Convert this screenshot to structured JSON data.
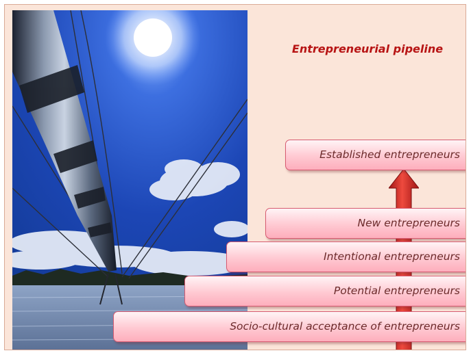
{
  "title": "Entrepreneurial pipeline",
  "stages": [
    "Established entrepreneurs",
    "New entrepreneurs",
    "Intentional entrepreneurs",
    "Potential entrepreneurs",
    "Socio-cultural acceptance of entrepreneurs"
  ],
  "photo": {
    "icon": "pipeline-photo",
    "description_colors": {
      "sky": "#1d48b8",
      "sun": "#ffffff",
      "pipe": "#5d6b82",
      "water": "#7f96b8"
    }
  },
  "colors": {
    "background": "#fbe5d9",
    "title": "#b71414",
    "box_border": "#d65a70",
    "box_text": "#6b2b2b",
    "arrow": "#c81e1e"
  }
}
